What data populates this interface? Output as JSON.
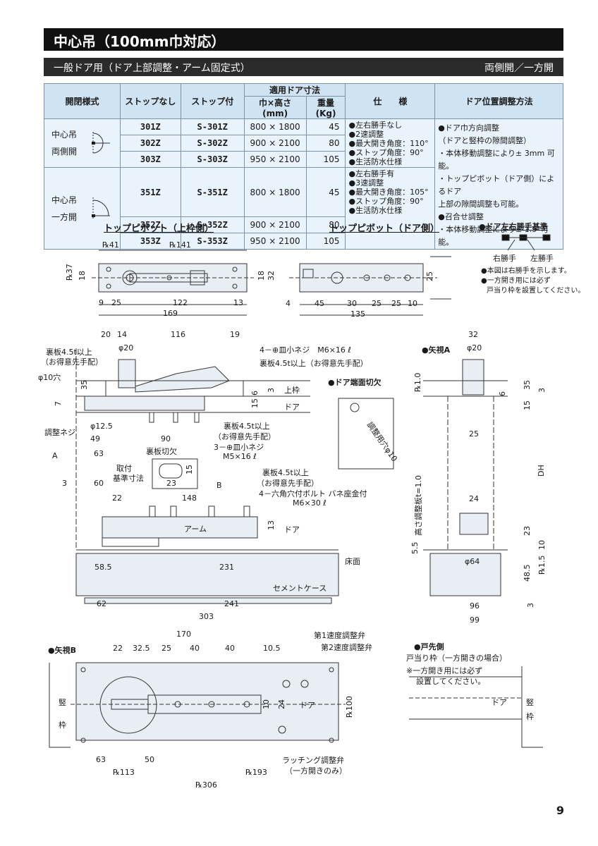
{
  "header": {
    "title": "中心吊（100mm巾対応）",
    "subtitle": "一般ドア用（ドア上部調整・アーム固定式）",
    "subtitle_right": "両側開／一方開"
  },
  "table": {
    "headers": {
      "type": "開閉様式",
      "no_stop": "ストップなし",
      "with_stop": "ストップ付",
      "door_size": "適用ドア寸法",
      "size": "巾×高さ(mm)",
      "weight": "重量(Kg)",
      "spec": "仕　　様",
      "adjust": "ドア位置調整方法"
    },
    "group1": {
      "type_line1": "中心吊",
      "type_line2": "両側開",
      "rows": [
        {
          "no_stop": "301Z",
          "with_stop": "S-301Z",
          "size": "800 × 1800",
          "weight": "45"
        },
        {
          "no_stop": "302Z",
          "with_stop": "S-302Z",
          "size": "900 × 2100",
          "weight": "80"
        },
        {
          "no_stop": "303Z",
          "with_stop": "S-303Z",
          "size": "950 × 2100",
          "weight": "105"
        }
      ],
      "spec": [
        "●左右勝手なし",
        "●2速調整",
        "●最大開き角度：110°",
        "●ストップ角度：90°",
        "●生活防水仕様"
      ]
    },
    "group2": {
      "type_line1": "中心吊",
      "type_line2": "一方開",
      "rows": [
        {
          "no_stop": "351Z",
          "with_stop": "S-351Z",
          "size": "800 × 1800",
          "weight": "45"
        },
        {
          "no_stop": "352Z",
          "with_stop": "S-352Z",
          "size": "900 × 2100",
          "weight": "80"
        },
        {
          "no_stop": "353Z",
          "with_stop": "S-353Z",
          "size": "950 × 2100",
          "weight": "105"
        }
      ],
      "spec": [
        "●左右勝手有",
        "●3速調整",
        "●最大開き角度：105°",
        "●ストップ角度：90°",
        "●生活防水仕様"
      ]
    },
    "adjust": [
      "●ドア巾方向調整",
      "（ドアと竪枠の隙間調整）",
      "・本体移動調整により± 3mm 可能。",
      "・トップピボット（ドア側）によるドア",
      "上部の隙間調整も可能。",
      "●召合せ調整",
      "・本体移動調整により± 1.5°可能。"
    ]
  },
  "sections": {
    "top_pivot_frame": "トップピボット（上枠側）",
    "top_pivot_door": "トップピボット（ドア側）",
    "hand_std": "●ドア左右勝手基準",
    "right_hand": "右勝手",
    "left_hand": "左勝手",
    "hand_note1": "●本図は右勝手を示します。",
    "hand_note2": "●一方開き用には必ず",
    "hand_note3": "戸当り枠を設置してください。",
    "view_a": "●矢視A",
    "view_b": "●矢視B",
    "door_end_cut": "●ドア端面切欠",
    "stop_side": "●戸先側",
    "stop_frame": "戸当り枠（一方開きの場合）",
    "stop_note1": "※一方開き用には必ず",
    "stop_note2": "設置してください。"
  },
  "labels": {
    "backplate1": "裏板4.5t以上",
    "backplate1b": "（お得意先手配）",
    "hole10": "φ10穴",
    "screw1": "4－⊕皿小ネジ　M6×16 ℓ",
    "backplate2": "裏板4.5t以上（お得意先手配）",
    "upper_frame": "上枠",
    "door": "ドア",
    "adjust_screw": "調整ネジ",
    "backplate3": "裏板4.5t以上",
    "backplate3b": "（お得意先手配）",
    "screw2": "3－⊕皿小ネジ",
    "screw2b": "M5×16 ℓ",
    "backplate_cut": "裏板切欠",
    "arrow_a": "A",
    "arrow_b": "B",
    "mount": "取付",
    "ref_dim": "基準寸法",
    "backplate4": "裏板4.5t以上",
    "backplate4b": "（お得意先手配）",
    "bolt": "4－六角穴付ボルト バネ座金付",
    "bolt_b": "M6×30 ℓ",
    "arm": "アーム",
    "floor": "床面",
    "cement_case": "セメントケース",
    "adjust_hole": "調整用穴φ10",
    "height_plate": "高さ調整板t=1.0",
    "first_speed": "第1速度調整弁",
    "second_speed": "第2速度調整弁",
    "latching": "ラッチング調整弁",
    "latching_b": "（一方開きのみ）",
    "vertical_frame1": "竪",
    "vertical_frame2": "枠"
  },
  "dims": {
    "p41": "℞41",
    "p141": "℞141",
    "p37": "℞37",
    "d18a": "18",
    "d18b": "18",
    "d32a": "32",
    "d9": "9",
    "d25a": "25",
    "d122": "122",
    "d13": "13",
    "d169": "169",
    "d4": "4",
    "d45": "45",
    "d30": "30",
    "d25b": "25",
    "d25c": "25",
    "d10a": "10",
    "d135": "135",
    "d25d": "25",
    "d20": "20",
    "d14": "14",
    "d116": "116",
    "d19": "19",
    "phi20a": "φ20",
    "d35a": "35",
    "d7": "7",
    "d6a": "6",
    "d3a": "3",
    "d15a": "15",
    "phi12": "φ12.5",
    "d49": "49",
    "d90": "90",
    "d63a": "63",
    "d3b": "3",
    "d60": "60",
    "d23a": "23",
    "d15b": "15",
    "d22a": "22",
    "d148": "148",
    "d13b": "13",
    "d58": "58.5",
    "d231": "231",
    "d62": "62",
    "d241": "241",
    "d303": "303",
    "d32b": "32",
    "phi20b": "φ20",
    "p10": "℞1.0",
    "d35b": "35",
    "d3c": "3",
    "d6b": "6",
    "d15c": "15",
    "d25e": "25",
    "dh": "DH",
    "d24a": "24",
    "d23b": "23",
    "d55": "5.5",
    "d10b": "10",
    "phi64": "φ64",
    "p15": "℞1.5",
    "d485": "48.5",
    "d96": "96",
    "d3d": "3",
    "d99": "99",
    "d170": "170",
    "d22b": "22",
    "d325": "32.5",
    "d25f": "25",
    "d40a": "40",
    "d40b": "40",
    "d105": "10.5",
    "d10c": "10",
    "d24b": "24",
    "p100": "℞100",
    "d63b": "63",
    "d50": "50",
    "p113": "℞113",
    "p193": "℞193",
    "p306": "℞306"
  },
  "page_number": "9"
}
